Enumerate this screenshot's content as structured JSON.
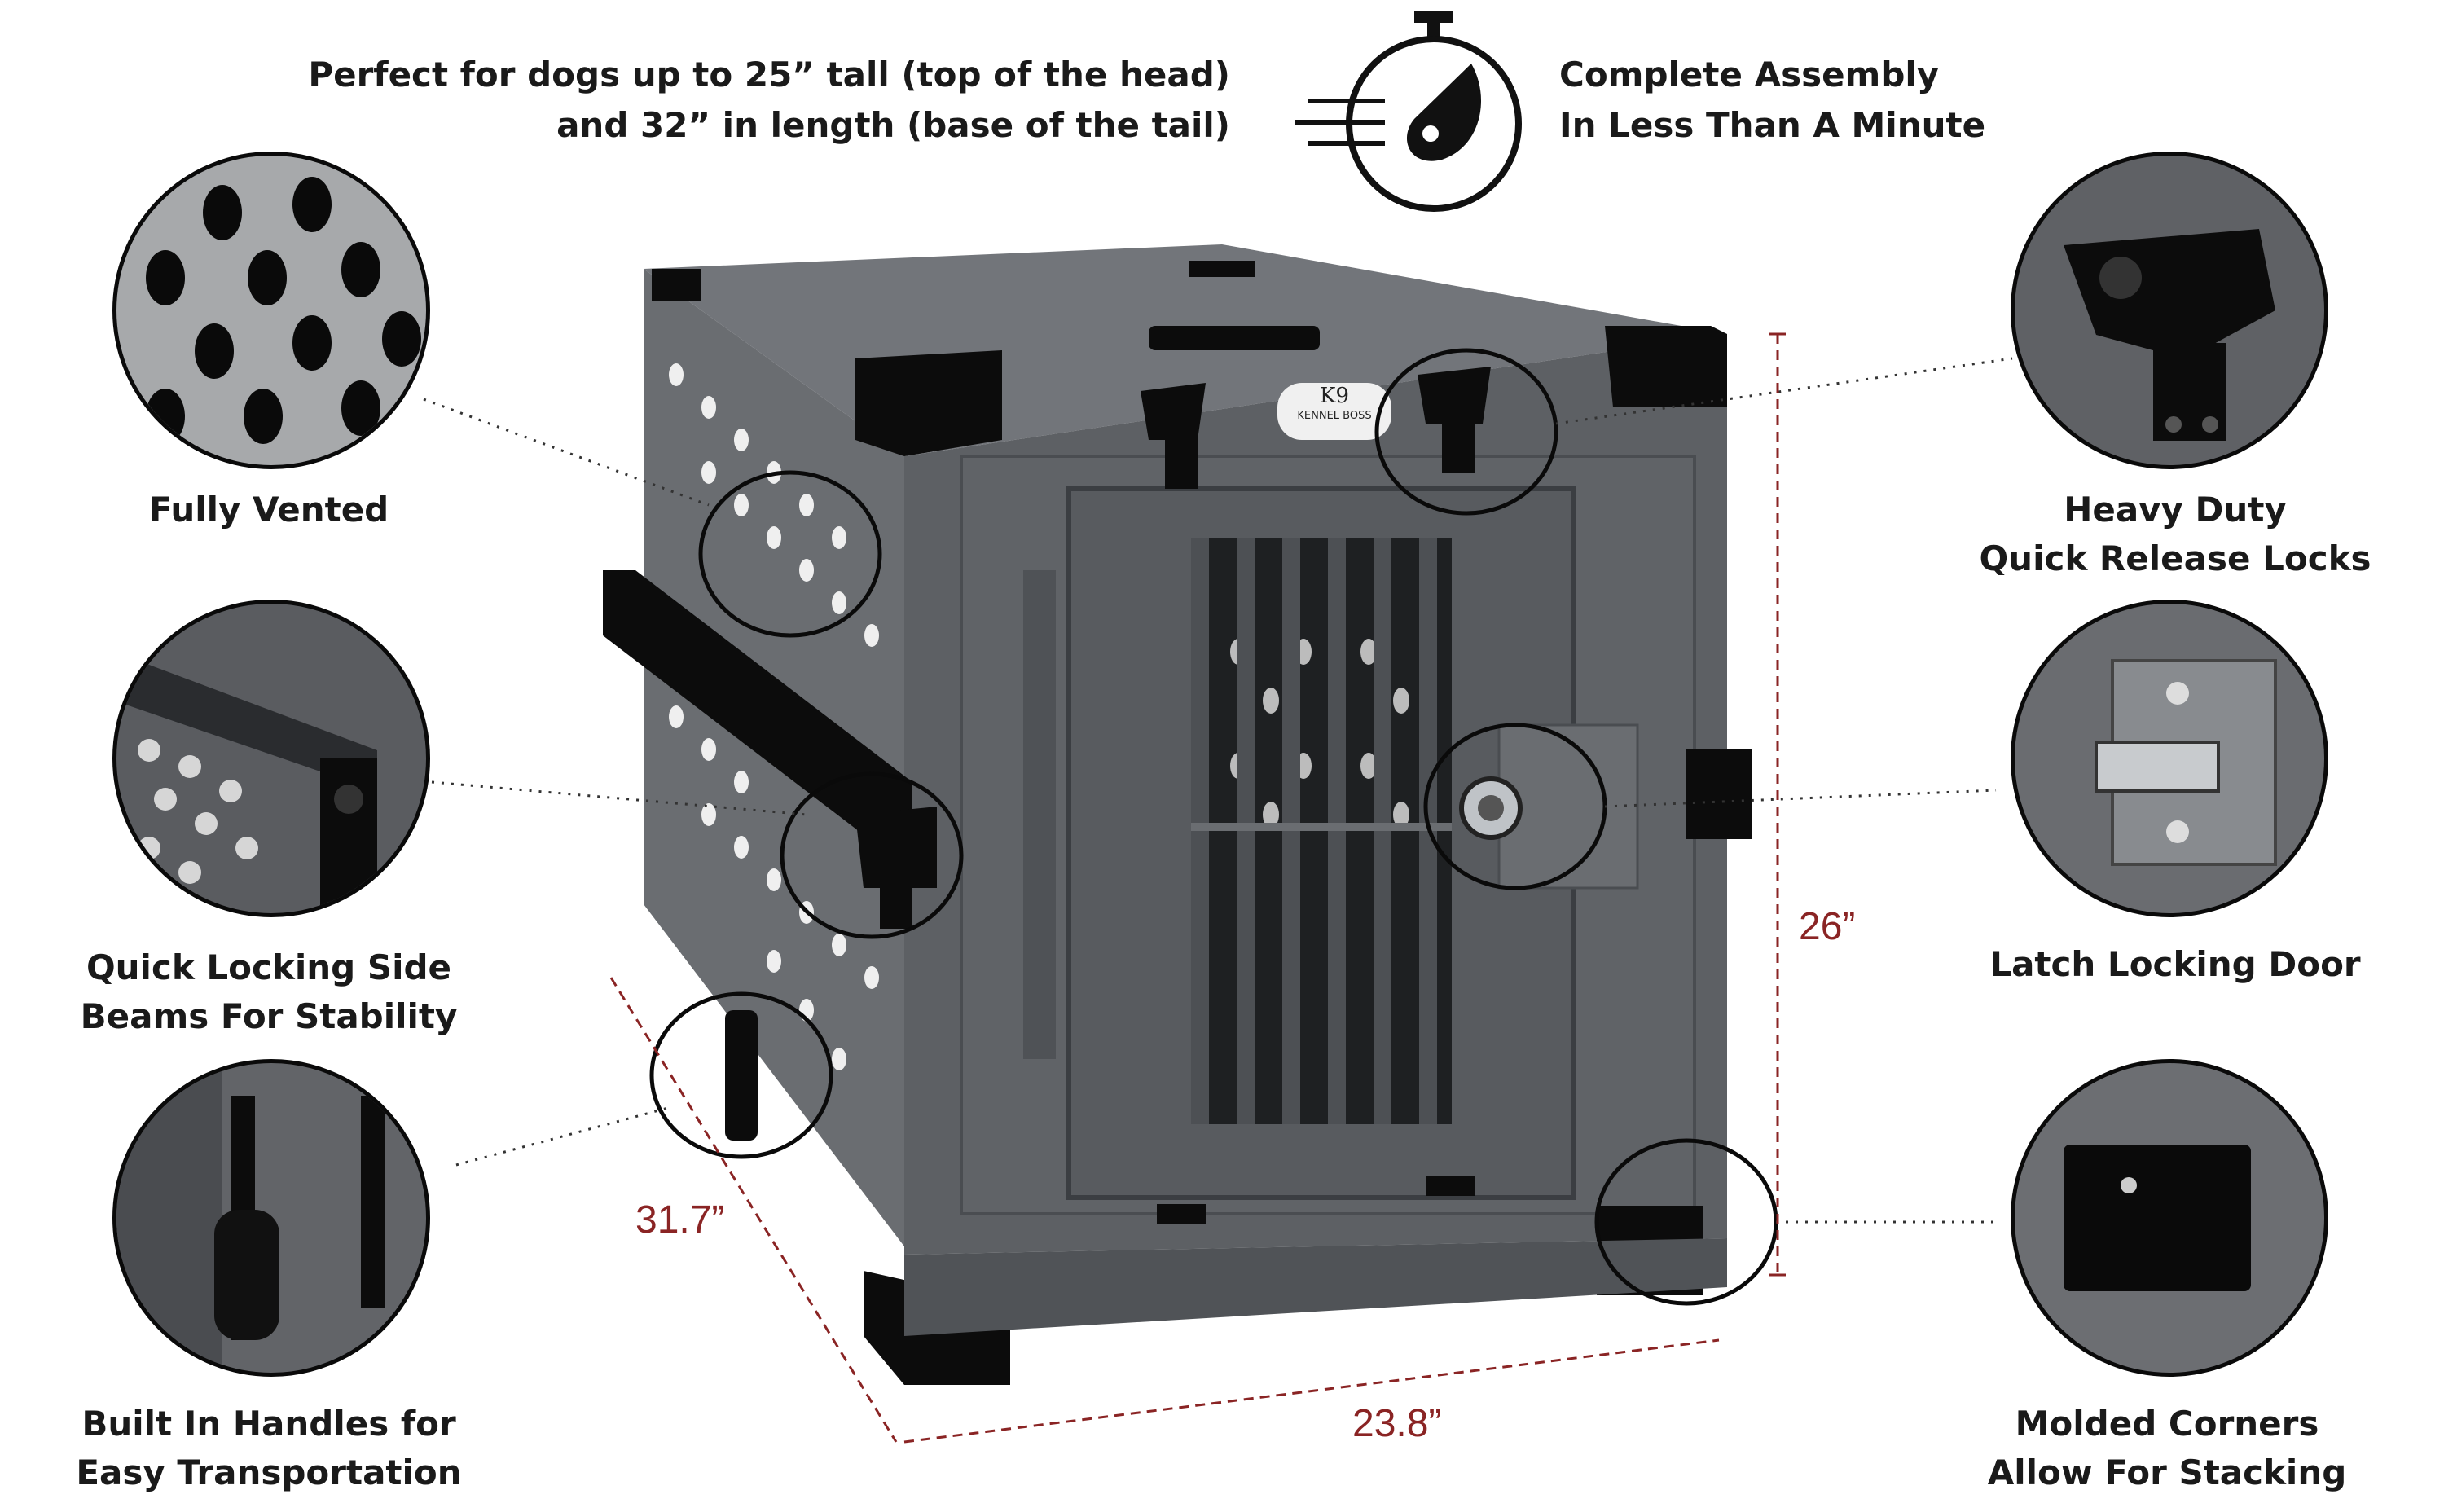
{
  "header": {
    "fit_line1": "Perfect for dogs up to 25” tall (top of the head)",
    "fit_line2": "and  32” in length (base of the tail)",
    "assembly_line1": "Complete Assembly",
    "assembly_line2": "In Less Than A Minute",
    "assembly_icon": "stopwatch-icon"
  },
  "features_left": [
    {
      "line1": "Fully Vented",
      "line2": ""
    },
    {
      "line1": "Quick Locking Side",
      "line2": "Beams For Stability"
    },
    {
      "line1": "Built In Handles for",
      "line2": "Easy Transportation"
    }
  ],
  "features_right": [
    {
      "line1": "Heavy Duty",
      "line2": "Quick Release Locks"
    },
    {
      "line1": "Latch Locking Door",
      "line2": ""
    },
    {
      "line1": "Molded Corners",
      "line2": "Allow For Stacking"
    }
  ],
  "dimensions": {
    "height": "26”",
    "depth": "31.7”",
    "width": "23.8”"
  },
  "product": {
    "badge_line1": "K9",
    "badge_line2": "KENNEL BOSS"
  },
  "colors": {
    "crate_body": "#5d6064",
    "crate_dark": "#3b3e42",
    "hardware": "#0c0c0c",
    "dimension_line": "#8a2424",
    "text": "#1a1a1a"
  }
}
